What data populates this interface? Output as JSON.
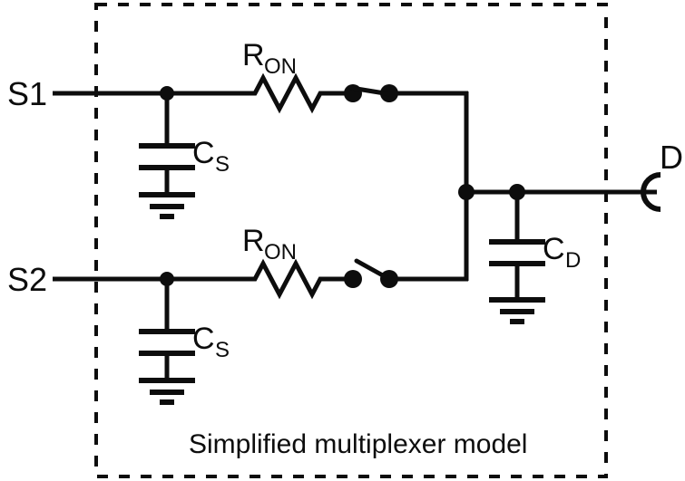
{
  "figure": {
    "caption": "Simplified multiplexer model",
    "ink_color": "#0d0d0d",
    "background_color": "#ffffff"
  },
  "terminals": {
    "s1": "S1",
    "s2": "S2",
    "d": "D"
  },
  "components": {
    "r_on_top": {
      "base": "R",
      "sub": "ON"
    },
    "r_on_bottom": {
      "base": "R",
      "sub": "ON"
    },
    "c_s_top": {
      "base": "C",
      "sub": "S"
    },
    "c_s_bottom": {
      "base": "C",
      "sub": "S"
    },
    "c_d": {
      "base": "C",
      "sub": "D"
    }
  },
  "switches": {
    "top": {
      "state": "closed"
    },
    "bottom": {
      "state": "open"
    }
  }
}
